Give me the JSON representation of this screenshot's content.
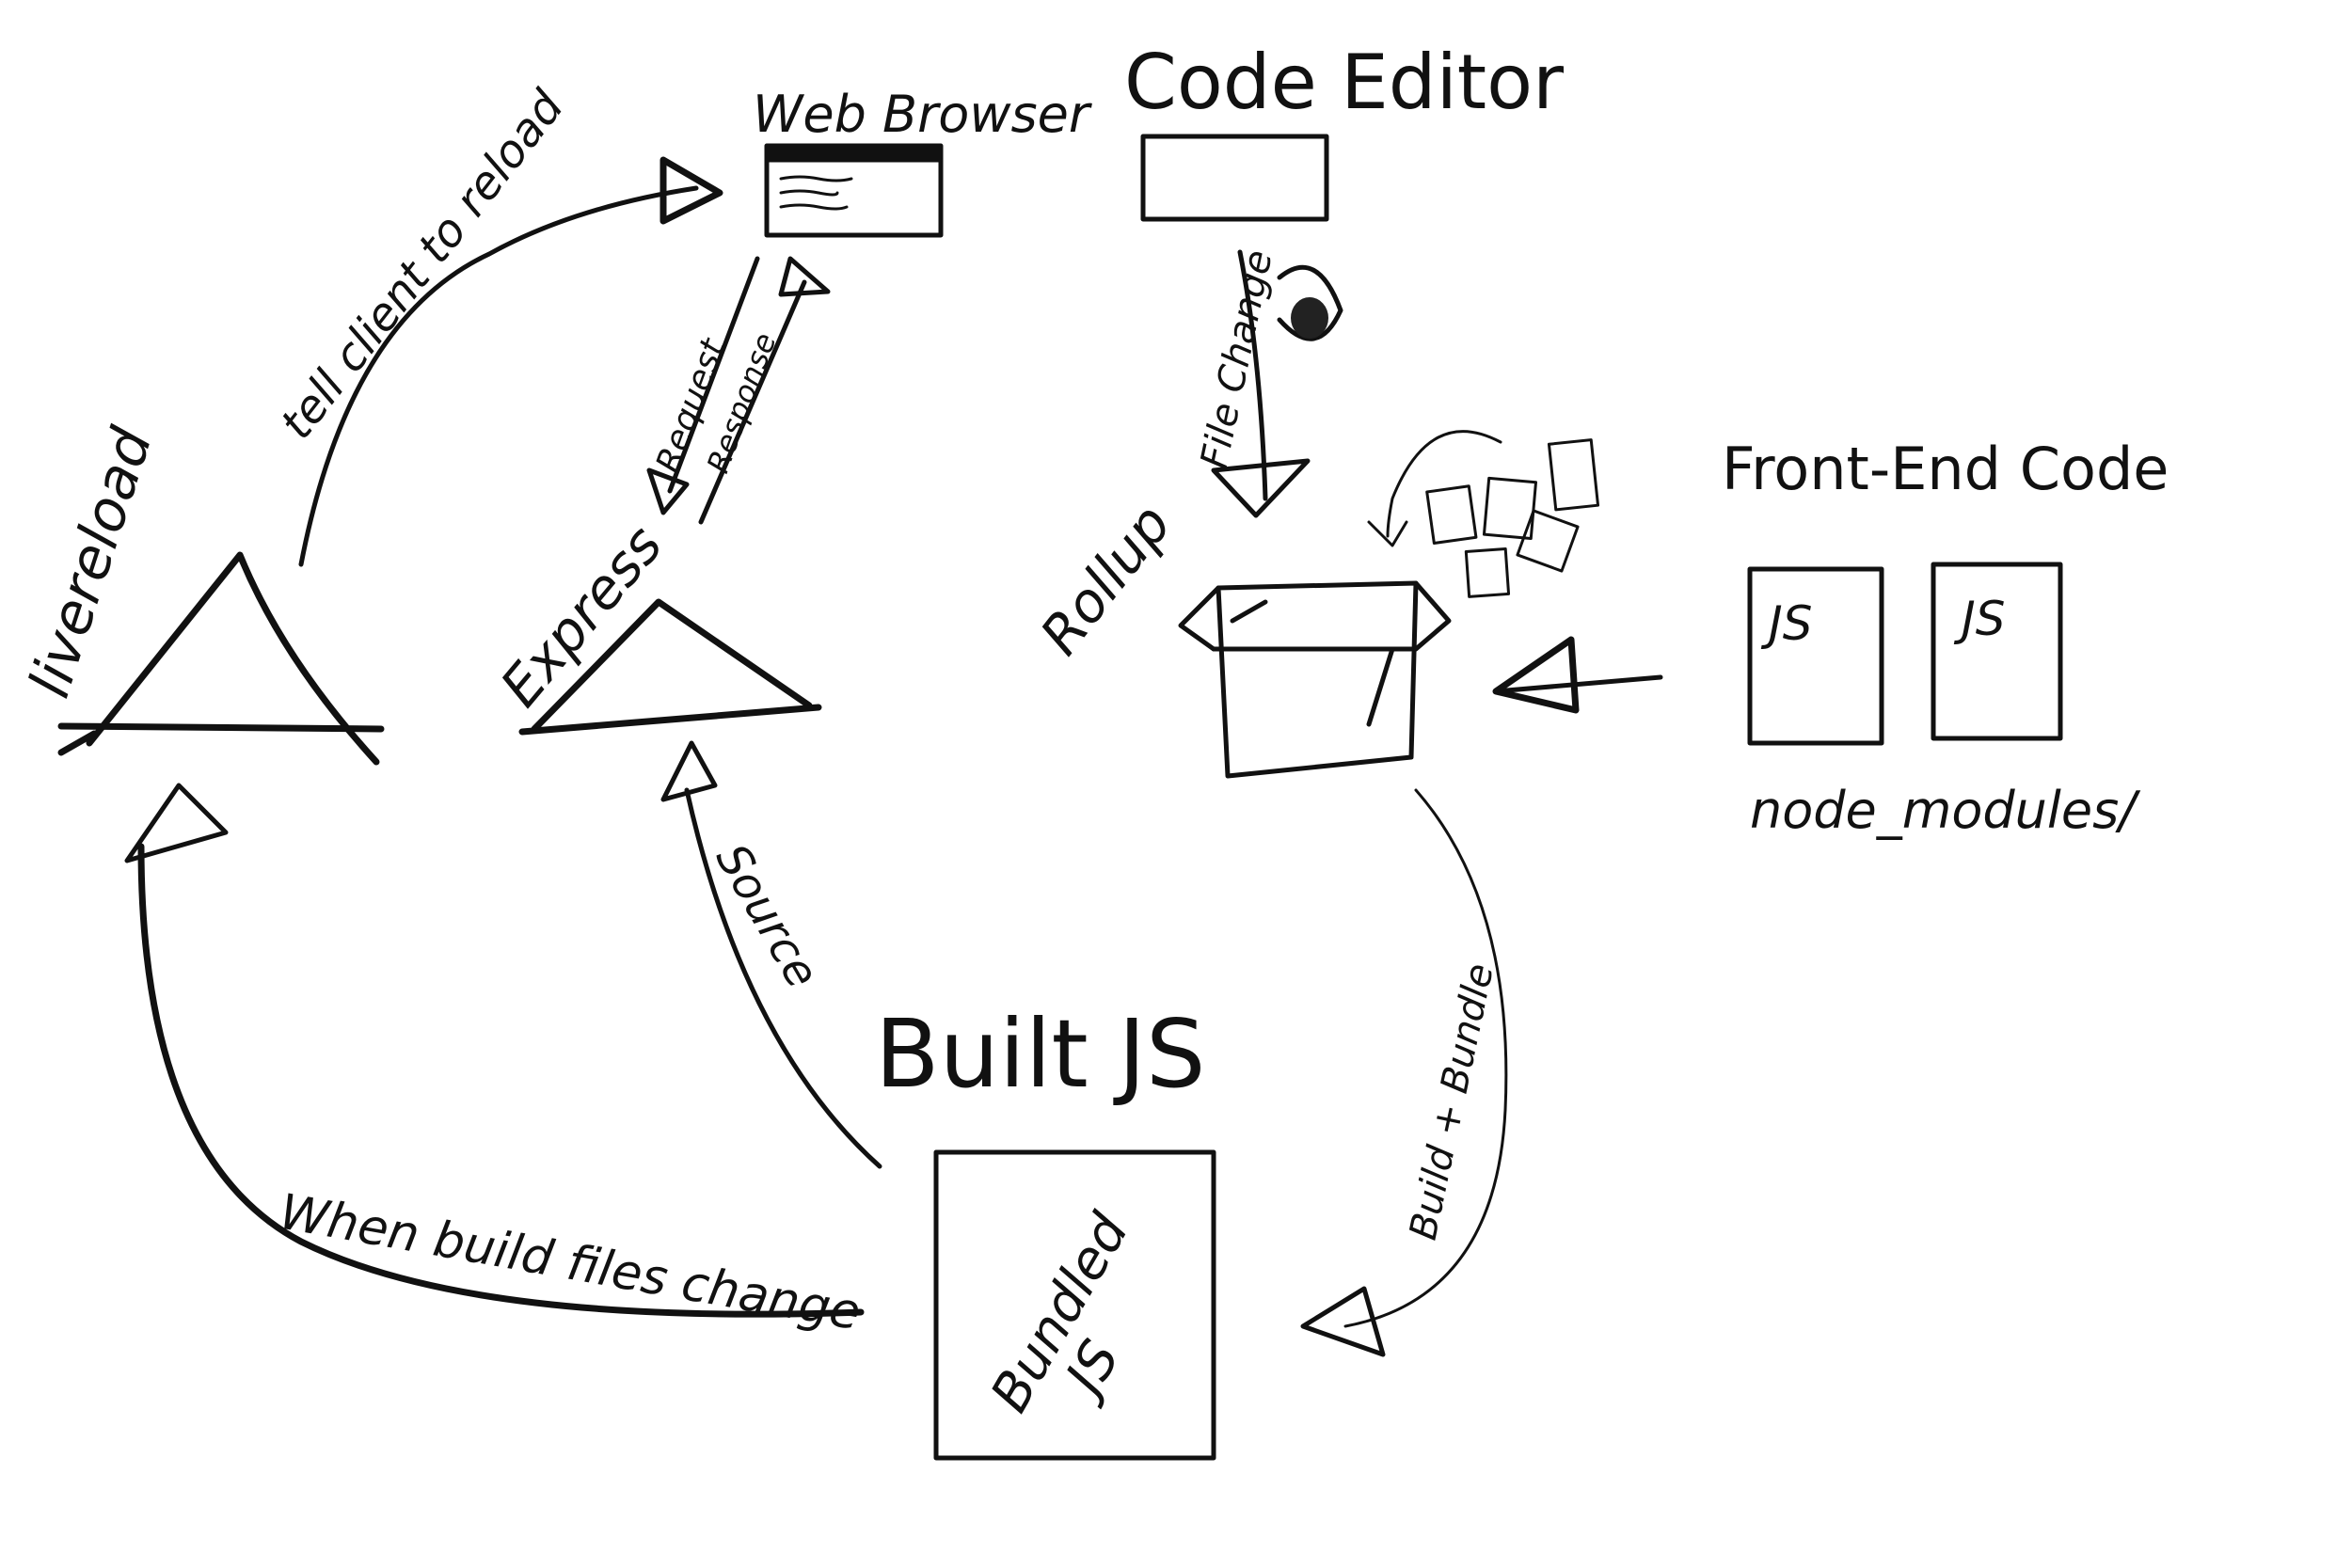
{
  "labels": {
    "web_browser": "Web Browser",
    "code_editor": "Code Editor",
    "tell_client": "tell client to reload",
    "request": "Request",
    "response": "Response",
    "file_change": "File Change",
    "livereload": "livereload",
    "express": "Express",
    "rollup": "Rollup",
    "front_end_code": "Front-End Code",
    "js_1": "JS",
    "js_2": "JS",
    "node_modules": "node_modules/",
    "source": "Source",
    "built_js": "Built JS",
    "build_bundle": "Build + Bundle",
    "when_build": "When build files change",
    "bundled": "Bundled",
    "js_bundle": "JS"
  }
}
